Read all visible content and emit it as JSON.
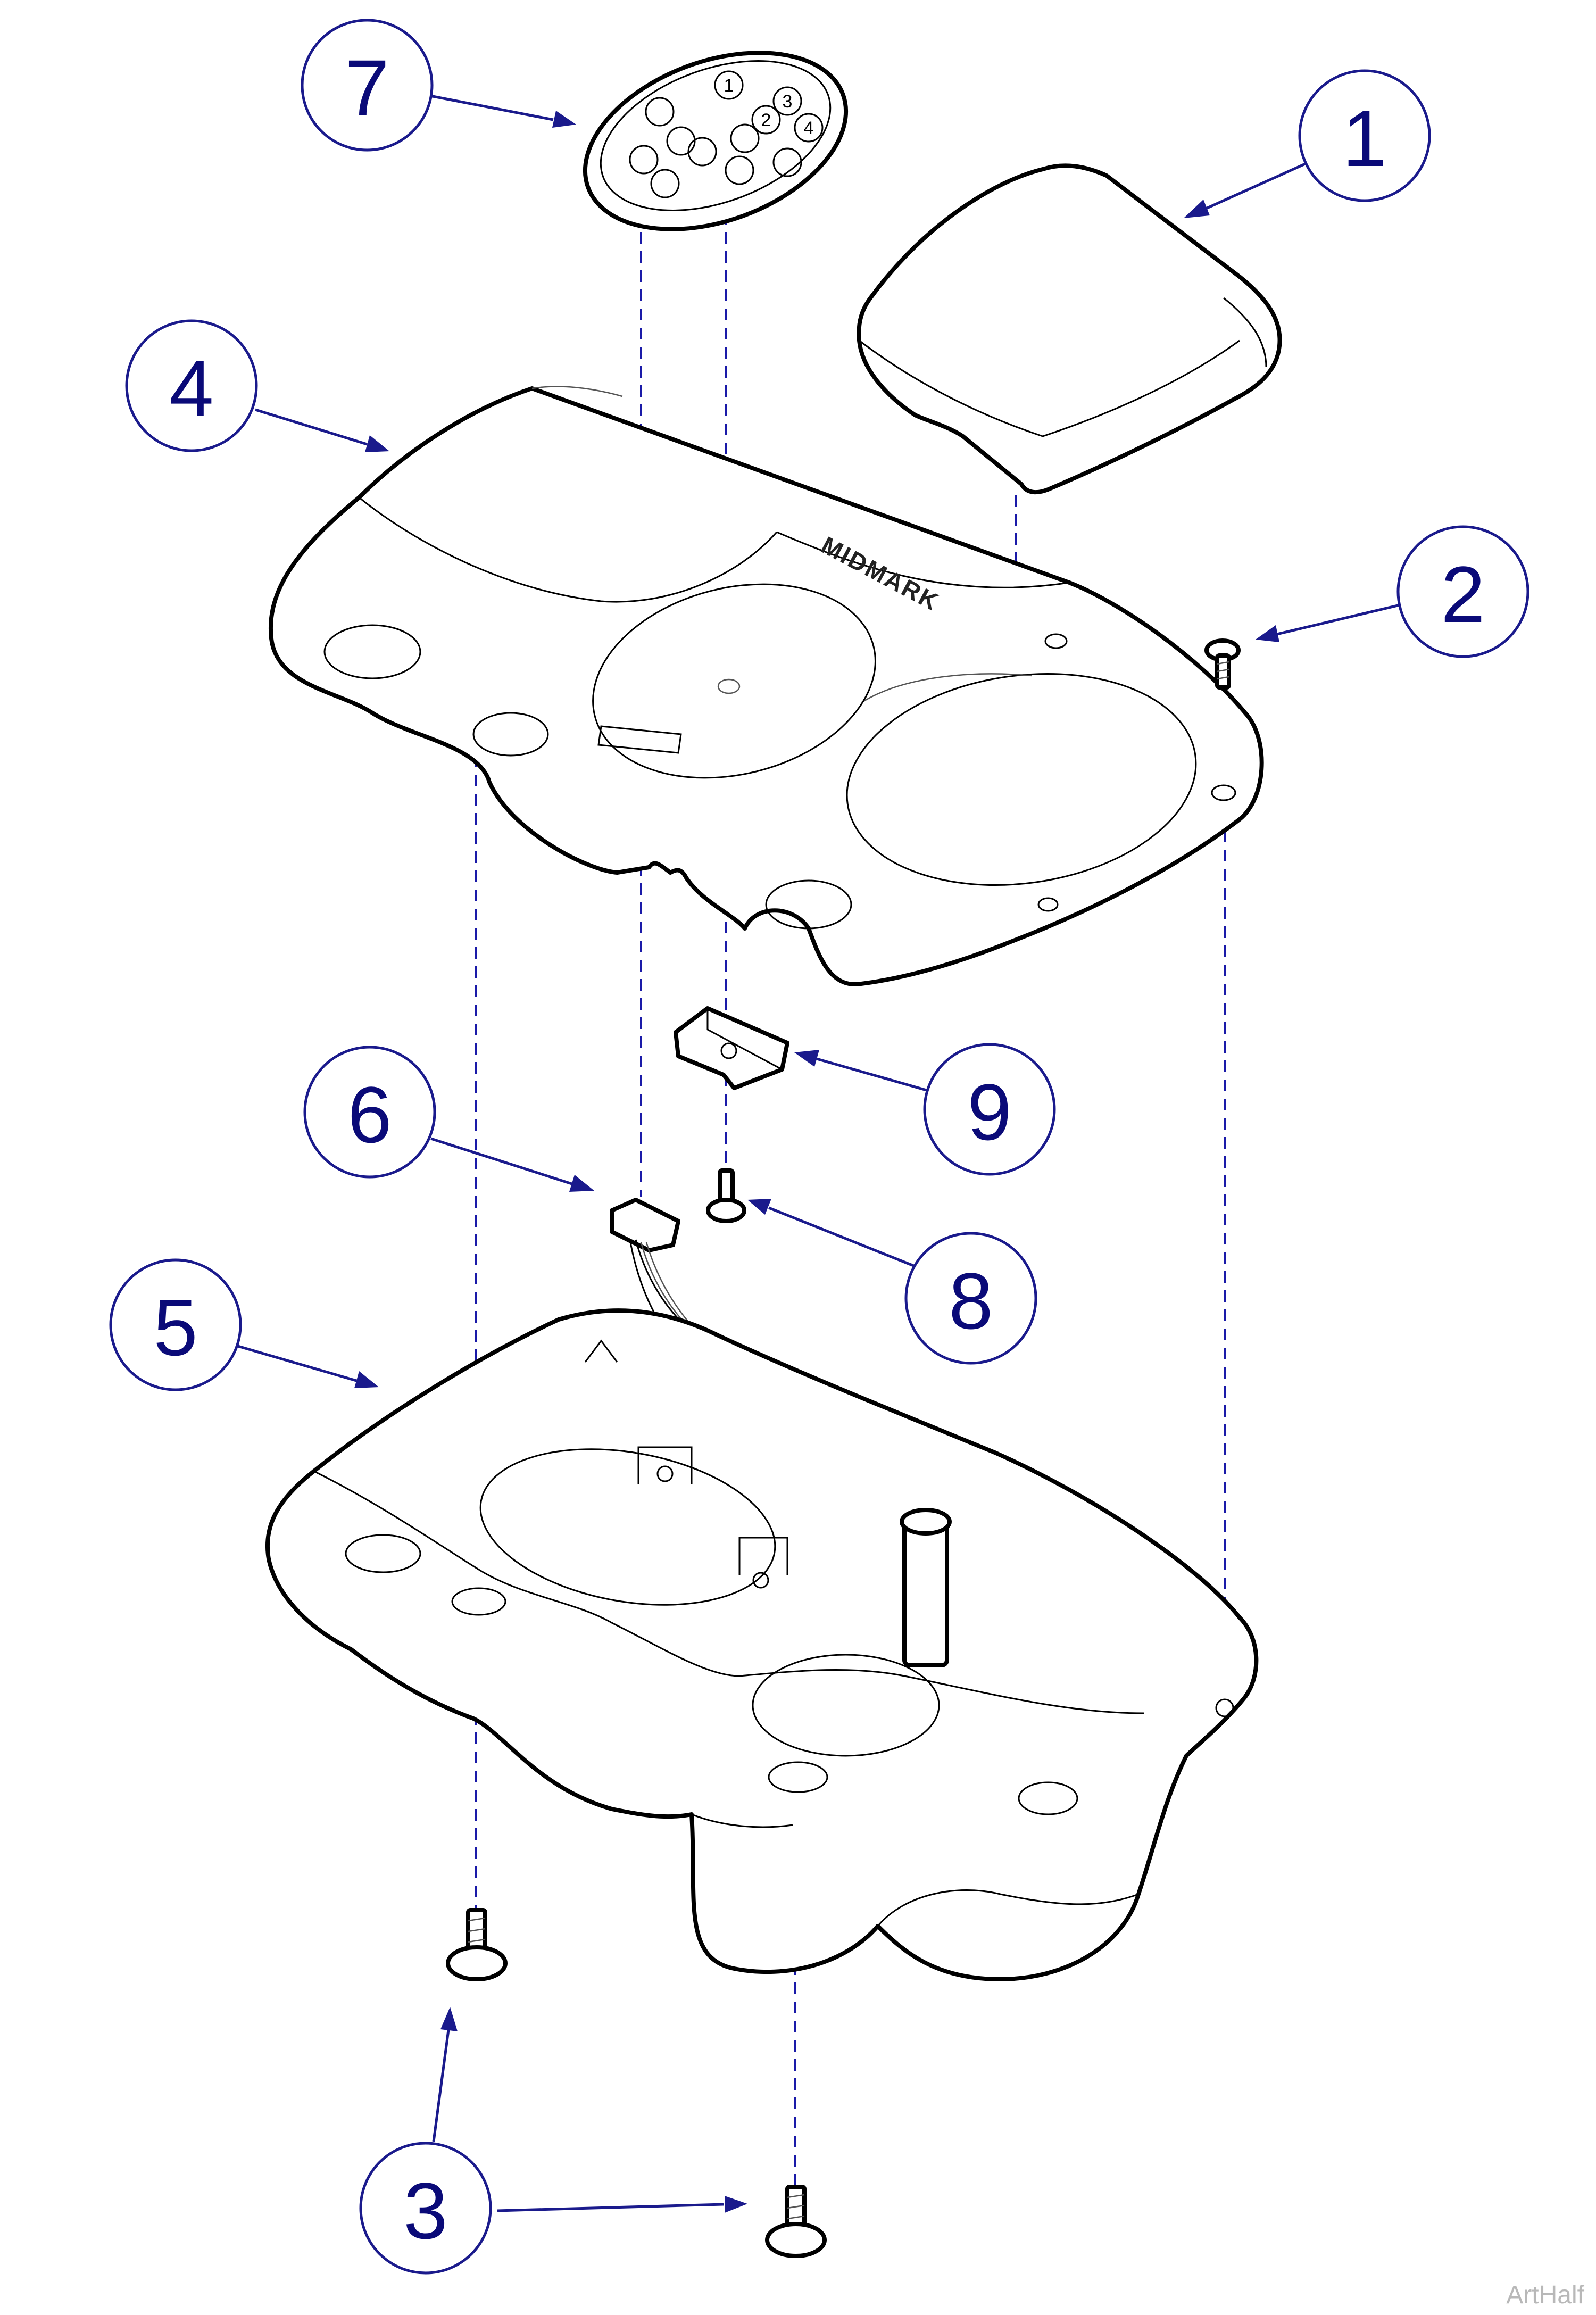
{
  "callouts": [
    {
      "id": "1",
      "label": "1"
    },
    {
      "id": "2",
      "label": "2"
    },
    {
      "id": "3",
      "label": "3"
    },
    {
      "id": "4",
      "label": "4"
    },
    {
      "id": "5",
      "label": "5"
    },
    {
      "id": "6",
      "label": "6"
    },
    {
      "id": "7",
      "label": "7"
    },
    {
      "id": "8",
      "label": "8"
    },
    {
      "id": "9",
      "label": "9"
    }
  ],
  "keypad_keys": [
    "1",
    "2",
    "3",
    "4"
  ],
  "brand": "MIDMARK",
  "watermark": "ArtHalf",
  "colors": {
    "callout": "#1a1a8c",
    "outline": "#000000",
    "guide": "#1a1aa8"
  }
}
